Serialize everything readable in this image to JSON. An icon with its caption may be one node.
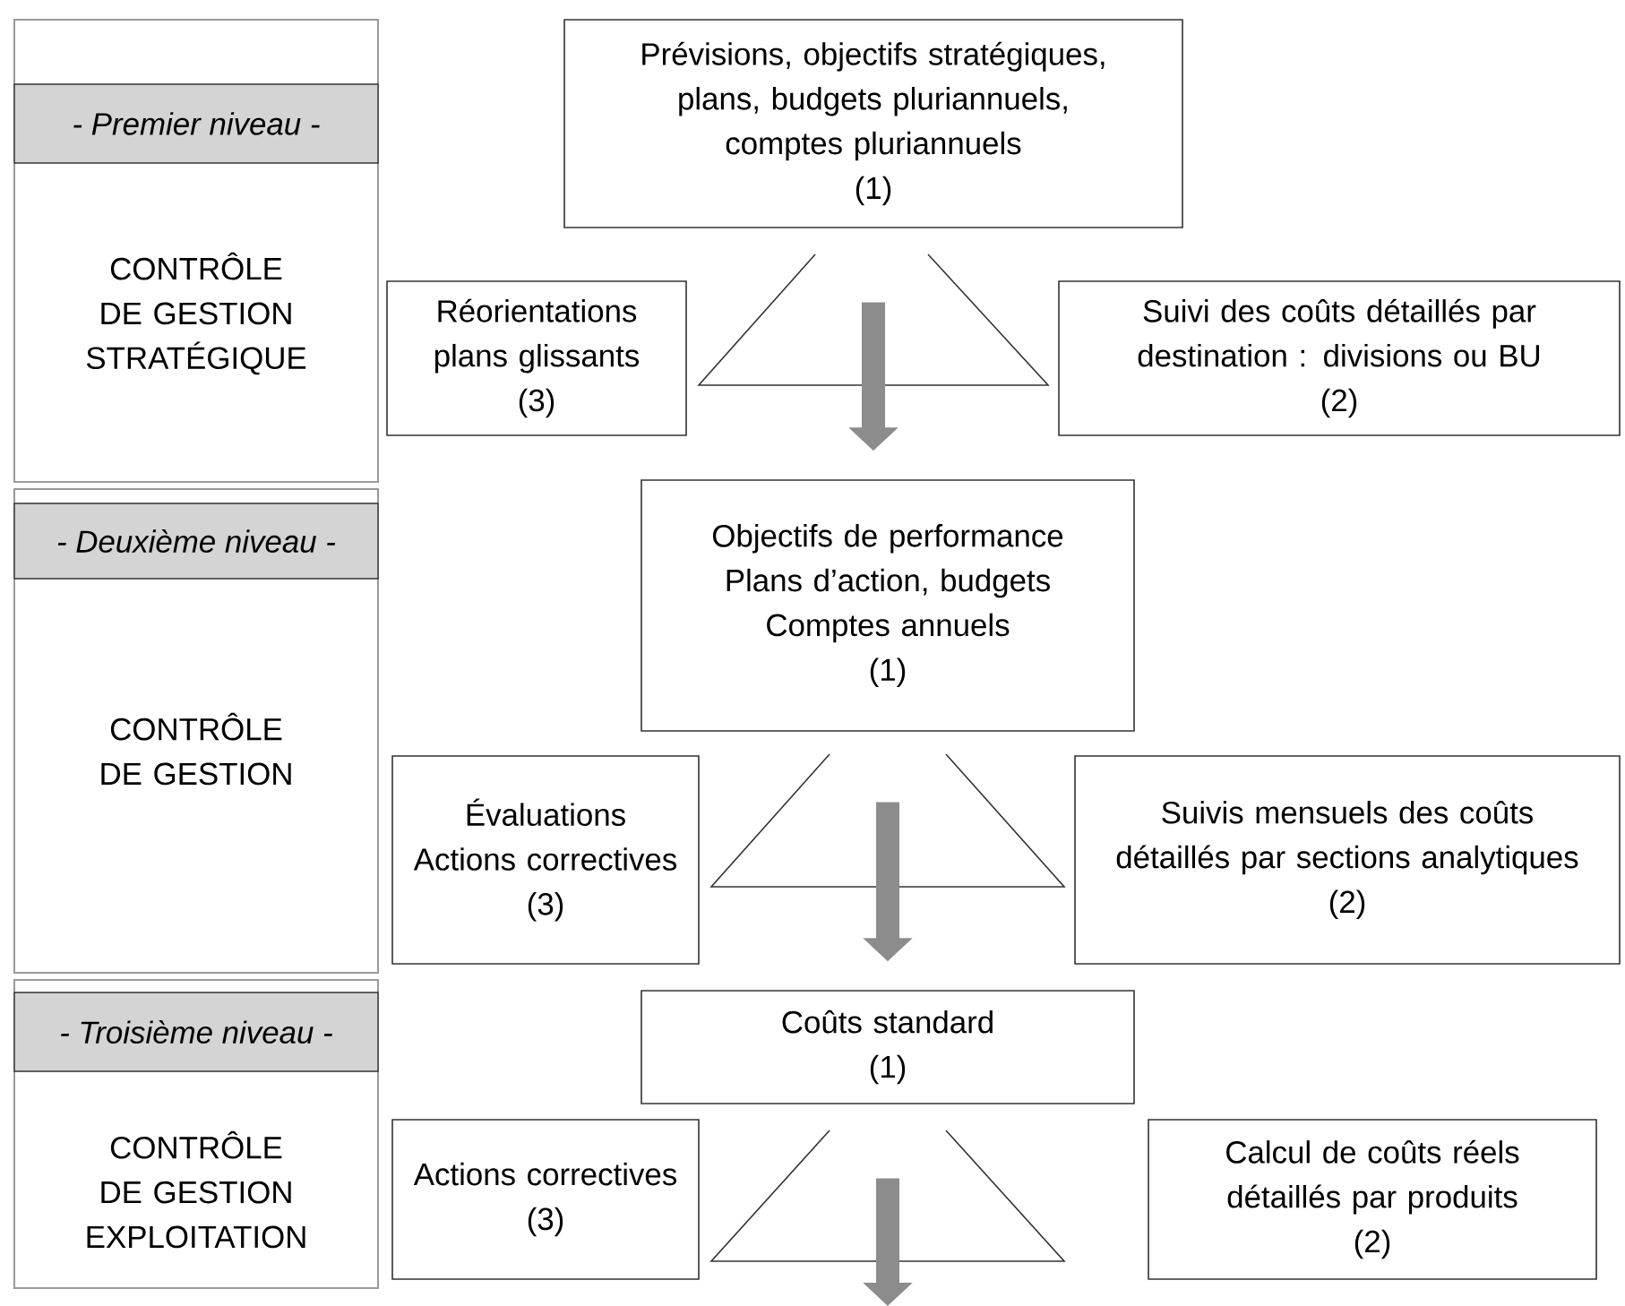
{
  "diagram": {
    "nodes": [
      {
        "text": [
          "- Premier niveau -",
          "CONTRÔLE DE GESTION STRATÉGIQUE"
        ]
      },
      {
        "text": [
          "Prévisions, objectifs stratégiques, plans, budgets pluriannuels, comptes pluriannuels",
          "(1)"
        ]
      },
      {
        "text": [
          "Réorientations plans glissants",
          "(3)"
        ]
      },
      {
        "text": [],
        "shape": "triangle"
      },
      {
        "text": [
          "Suivi des coûts détaillés par destination : divisions ou BU",
          "(2)"
        ]
      },
      {
        "text": [
          "- Deuxième niveau -",
          "CONTRÔLE DE GESTION"
        ]
      },
      {
        "text": [
          "Objectifs de performance Plans d’action, budgets Comptes annuels",
          "(1)"
        ]
      },
      {
        "text": [
          "Évaluations Actions correctives",
          "(3)"
        ]
      },
      {
        "text": [],
        "shape": "triangle"
      },
      {
        "text": [
          "Suivis mensuels des coûts détaillés par sections analytiques",
          "(2)"
        ]
      },
      {
        "text": [
          "- Troisième niveau -",
          "CONTRÔLE DE GESTION EXPLOITATION"
        ]
      },
      {
        "text": [
          "Coûts standard",
          "(1)"
        ]
      },
      {
        "text": [
          "Actions correctives",
          "(3)"
        ]
      },
      {
        "text": [],
        "shape": "triangle"
      },
      {
        "text": [
          "Calcul de coûts réels détaillés par produits",
          "(2)"
        ]
      }
    ],
    "edges": [
      {
        "from": 3,
        "to": 6,
        "arrow": "to"
      },
      {
        "from": 8,
        "to": 11,
        "arrow": "to"
      },
      {
        "from": 13,
        "to": null,
        "arrow": "to"
      }
    ]
  }
}
